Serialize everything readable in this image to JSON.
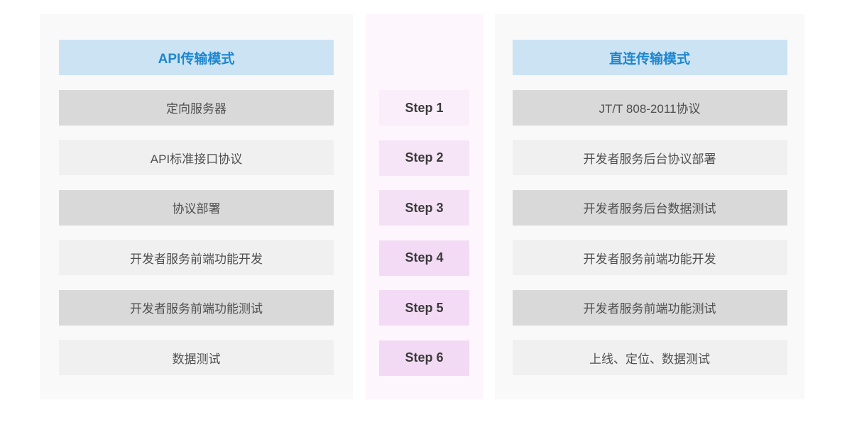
{
  "left_panel": {
    "title": "API传输模式",
    "rows": [
      "定向服务器",
      "API标准接口协议",
      "协议部署",
      "开发者服务前端功能开发",
      "开发者服务前端功能测试",
      "数据测试"
    ]
  },
  "steps": [
    "Step 1",
    "Step 2",
    "Step 3",
    "Step 4",
    "Step 5",
    "Step 6"
  ],
  "right_panel": {
    "title": "直连传输模式",
    "rows": [
      "JT/T 808-2011协议",
      "开发者服务后台协议部署",
      "开发者服务后台数据测试",
      "开发者服务前端功能开发",
      "开发者服务前端功能测试",
      "上线、定位、数据测试"
    ]
  },
  "colors": {
    "header_bg": "#cce3f3",
    "header_text": "#1e87d0",
    "row_dark_bg": "#d9d9d9",
    "row_light_bg": "#f0f0f0",
    "row_text": "#4f4f4f",
    "side_panel_bg": "#f9f9f9",
    "steps_panel_bg": "#fdf6fd",
    "step_text": "#3a3a3a",
    "step_bgs": [
      "#f9eefa",
      "#f6e4f7",
      "#f5e1f6",
      "#f3dbf5",
      "#f3dbf5",
      "#f3daf4"
    ]
  }
}
